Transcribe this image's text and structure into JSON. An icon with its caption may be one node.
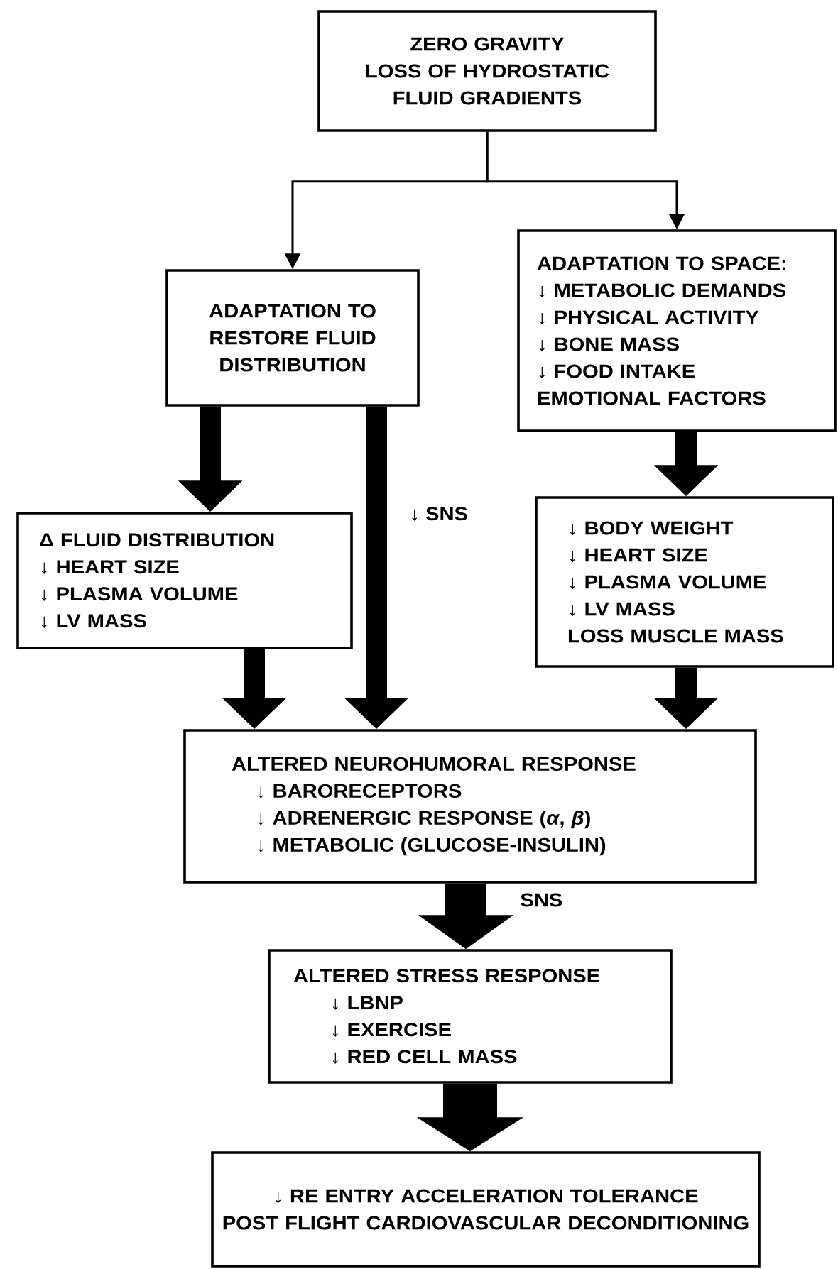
{
  "diagram": {
    "nodes": [
      {
        "text": [
          "ZERO GRAVITY",
          "LOSS OF HYDROSTATIC FLUID GRADIENTS"
        ]
      },
      {
        "text": [
          "ADAPTATION TO RESTORE FLUID DISTRIBUTION"
        ]
      },
      {
        "text": [
          "ADAPTATION TO SPACE:",
          "↓ METABOLIC DEMANDS",
          "↓ PHYSICAL ACTIVITY",
          "↓ BONE MASS",
          "↓ FOOD INTAKE",
          "EMOTIONAL FACTORS"
        ]
      },
      {
        "text": [
          "Δ FLUID DISTRIBUTION",
          "↓ HEART SIZE",
          "↓ PLASMA VOLUME",
          "↓ LV MASS"
        ]
      },
      {
        "text": [
          "↓ BODY WEIGHT",
          "↓ HEART SIZE",
          "↓ PLASMA VOLUME",
          "↓ LV MASS",
          "LOSS MUSCLE MASS"
        ]
      },
      {
        "text": [
          "ALTERED NEUROHUMORAL RESPONSE",
          "↓ BARORECEPTORS",
          "↓ ADRENERGIC RESPONSE (*α*, *β*)",
          "↓ METABOLIC (GLUCOSE-INSULIN)"
        ]
      },
      {
        "text": [
          "ALTERED STRESS RESPONSE",
          "↓ LBNP",
          "↓ EXERCISE",
          "↓ RED CELL MASS"
        ]
      },
      {
        "text": [
          "↓ RE ENTRY ACCELERATION TOLERANCE",
          "POST FLIGHT CARDIOVASCULAR DECONDITIONING"
        ]
      }
    ],
    "edges": [
      {
        "from": 0,
        "to": 1,
        "arrow": "to"
      },
      {
        "from": 0,
        "to": 2,
        "arrow": "to"
      },
      {
        "from": 1,
        "to": 3,
        "arrow": "to"
      },
      {
        "from": 1,
        "to": 5,
        "arrow": "to",
        "label": "↓ SNS"
      },
      {
        "from": 2,
        "to": 4,
        "arrow": "to"
      },
      {
        "from": 3,
        "to": 5,
        "arrow": "to"
      },
      {
        "from": 4,
        "to": 5,
        "arrow": "to"
      },
      {
        "from": 5,
        "to": 6,
        "arrow": "to",
        "style": "thick",
        "label": "SNS"
      },
      {
        "from": 6,
        "to": 7,
        "arrow": "to",
        "style": "thick"
      }
    ]
  }
}
